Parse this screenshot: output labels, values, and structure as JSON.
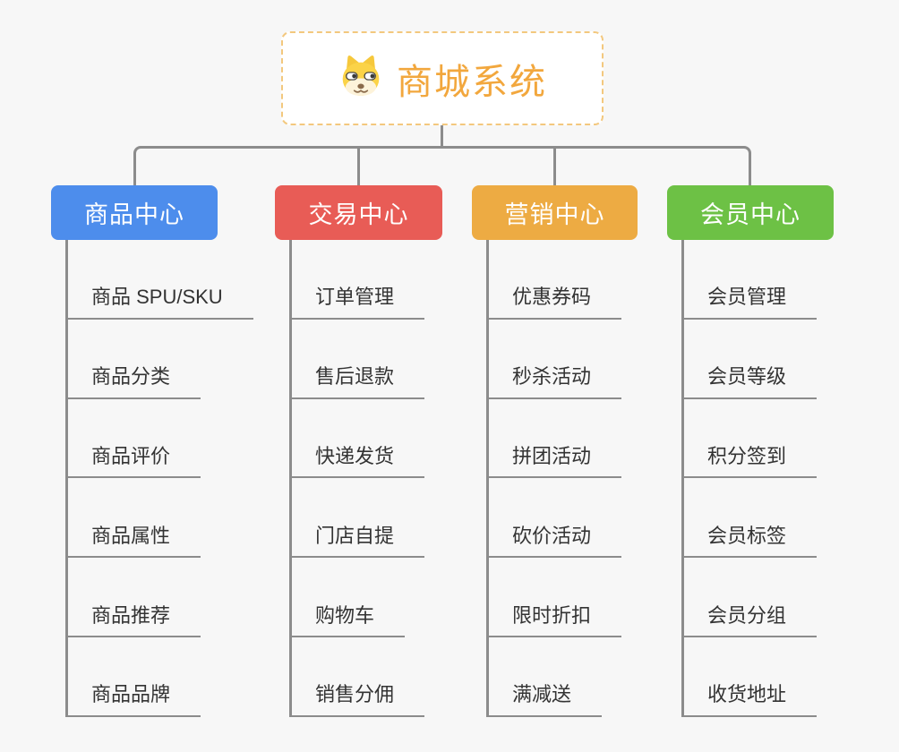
{
  "canvas": {
    "background": "#f7f7f7",
    "connector_color": "#8c8c8c",
    "leaf_text_color": "#333333"
  },
  "root": {
    "title": "商城系统",
    "icon": "dog-face-icon",
    "text_color": "#f2a73d",
    "border_color": "#f3c87e"
  },
  "branches": [
    {
      "label": "商品中心",
      "color": "#4d8dec",
      "children": [
        "商品 SPU/SKU",
        "商品分类",
        "商品评价",
        "商品属性",
        "商品推荐",
        "商品品牌"
      ]
    },
    {
      "label": "交易中心",
      "color": "#e85c56",
      "children": [
        "订单管理",
        "售后退款",
        "快递发货",
        "门店自提",
        "购物车",
        "销售分佣"
      ]
    },
    {
      "label": "营销中心",
      "color": "#edab43",
      "children": [
        "优惠券码",
        "秒杀活动",
        "拼团活动",
        "砍价活动",
        "限时折扣",
        "满减送"
      ]
    },
    {
      "label": "会员中心",
      "color": "#6dc145",
      "children": [
        "会员管理",
        "会员等级",
        "积分签到",
        "会员标签",
        "会员分组",
        "收货地址"
      ]
    }
  ]
}
